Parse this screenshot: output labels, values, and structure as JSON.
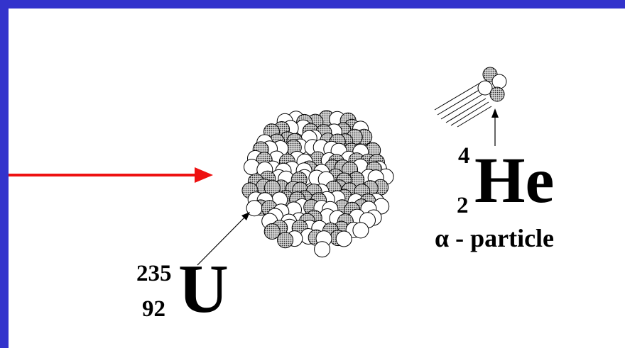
{
  "uranium": {
    "mass_number": "235",
    "atomic_number": "92",
    "symbol": "U"
  },
  "helium": {
    "mass_number": "4",
    "atomic_number": "2",
    "symbol": "He",
    "caption": "α - particle"
  },
  "colors": {
    "border": "#3333cc",
    "arrow": "#ee1111",
    "nucleon_shaded": "#9a9a9a",
    "nucleon_light": "#ffffff"
  },
  "nucleus": {
    "type": "uranium-235 nucleus",
    "nucleons": 235
  }
}
